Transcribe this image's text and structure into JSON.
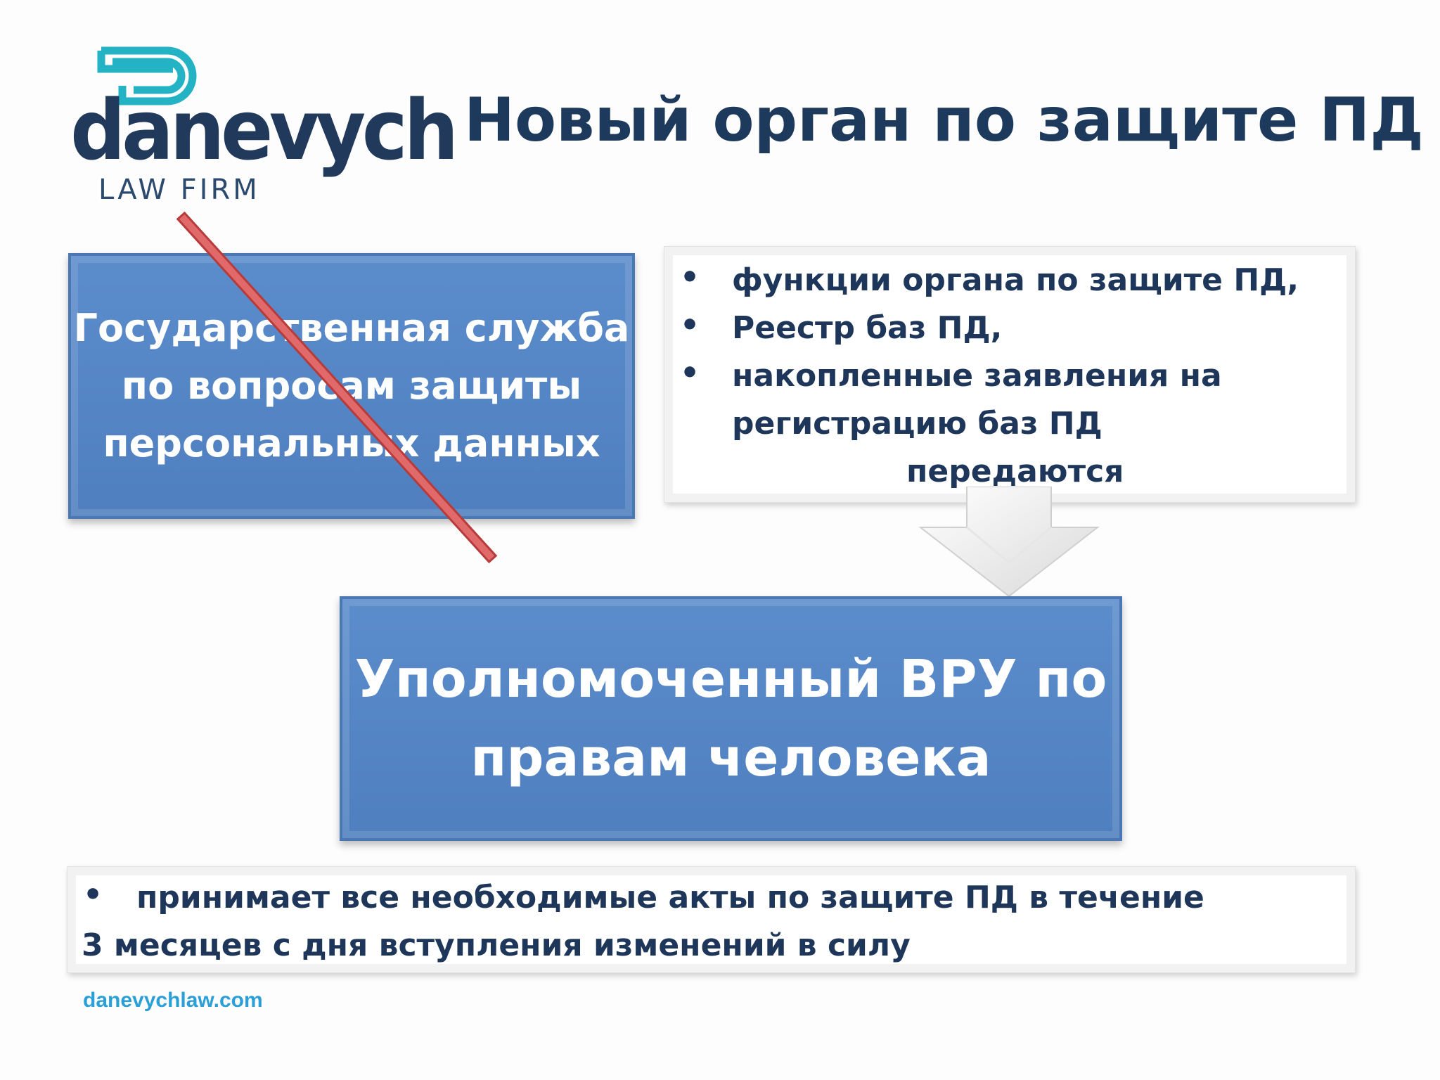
{
  "logo": {
    "brand": "danevych",
    "subtitle": "LAW FIRM",
    "mark_icon": "danevych-d-monogram-icon",
    "colors": {
      "mark": "#23b3c4",
      "wordmark": "#213a5c"
    }
  },
  "title": "Новый орган по защите ПД",
  "old_authority": {
    "lines": [
      "Государственная служба",
      "по вопросам защиты",
      "персональных данных"
    ],
    "strike_color": "#d9504f"
  },
  "transfer_box": {
    "bullets": [
      "функции органа по защите ПД,",
      "Реестр баз ПД,",
      "накопленные заявления на"
    ],
    "continuation": "регистрацию баз ПД",
    "verb": "передаются"
  },
  "arrow_icon": "down-arrow-icon",
  "new_authority": {
    "lines": [
      "Уполномоченный ВРУ по",
      "правам человека"
    ]
  },
  "acts_box": {
    "bullet": "принимает все необходимые акты по защите ПД в течение",
    "continuation": "3 месяцев с дня вступления изменений в силу"
  },
  "footer": {
    "link": "danevychlaw.com"
  },
  "colors": {
    "title": "#1d3a5d",
    "blue_box": "#5585c5",
    "text_dark": "#1e3659",
    "link": "#2a9fd8"
  }
}
